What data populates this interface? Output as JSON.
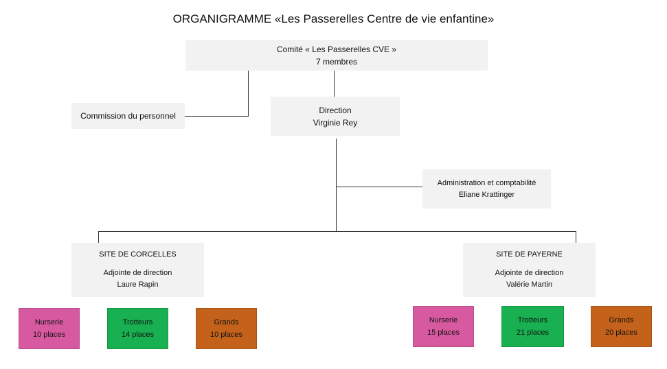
{
  "title": "ORGANIGRAMME «Les Passerelles Centre de vie enfantine»",
  "committee": {
    "line1": "Comité « Les Passerelles  CVE »",
    "line2": "7 membres"
  },
  "commission": {
    "label": "Commission du personnel"
  },
  "direction": {
    "line1": "Direction",
    "line2": "Virginie Rey"
  },
  "admin": {
    "line1": "Administration et comptabilité",
    "line2": "Eliane Krattinger"
  },
  "sites": [
    {
      "name": "SITE DE CORCELLES",
      "role": "Adjointe de direction",
      "person": "Laure Rapin",
      "groups": [
        {
          "name": "Nurserie",
          "places": "10 places"
        },
        {
          "name": "Trotteurs",
          "places": "14 places"
        },
        {
          "name": "Grands",
          "places": "10 places"
        }
      ]
    },
    {
      "name": "SITE DE PAYERNE",
      "role": "Adjointe de direction",
      "person": "Valérie Martin",
      "groups": [
        {
          "name": "Nurserie",
          "places": "15 places"
        },
        {
          "name": "Trotteurs",
          "places": "21 places"
        },
        {
          "name": "Grands",
          "places": "20 places"
        }
      ]
    }
  ],
  "colors": {
    "nurserie": "#d75aa0",
    "trotteurs": "#18b050",
    "grands": "#c4621c",
    "box": "#f2f2f2",
    "line": "#333333"
  }
}
